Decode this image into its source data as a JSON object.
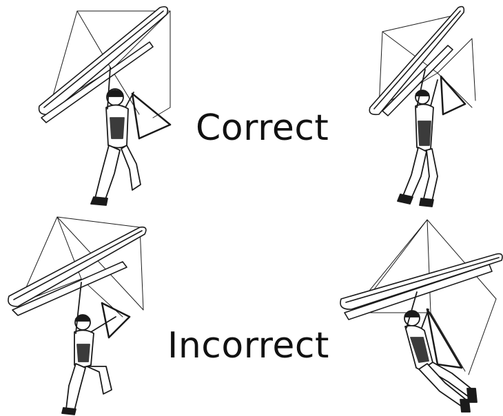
{
  "labels": {
    "correct": "Correct",
    "incorrect": "Incorrect"
  },
  "illustrations": [
    {
      "id": "glider-correct-left",
      "group": "correct"
    },
    {
      "id": "glider-correct-right",
      "group": "correct"
    },
    {
      "id": "glider-incorrect-left",
      "group": "incorrect"
    },
    {
      "id": "glider-incorrect-right",
      "group": "incorrect"
    }
  ]
}
